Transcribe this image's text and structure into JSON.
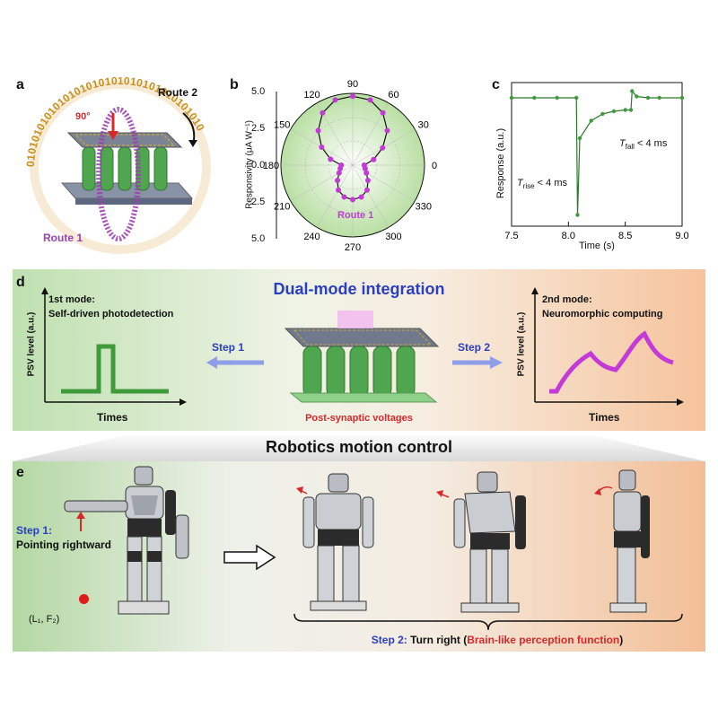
{
  "figure": {
    "panel_a": {
      "letter": "a",
      "binary_ring": "0101010101010101010101010101010101010",
      "route2_label": "Route 2",
      "route1_label": "Route 1",
      "angle_label": "90°"
    },
    "panel_b": {
      "letter": "b",
      "ylabel": "Responsivity (μA W⁻¹)",
      "radial_ticks": [
        "5.0",
        "2.5",
        "0.0",
        "2.5",
        "5.0"
      ],
      "angle_ticks": [
        "90",
        "60",
        "30",
        "0",
        "330",
        "300",
        "270",
        "240",
        "210",
        "180",
        "150",
        "120"
      ],
      "route_label": "Route 1"
    },
    "panel_c": {
      "letter": "c",
      "ylabel": "Response (a.u.)",
      "xlabel": "Time (s)",
      "xticks": [
        "7.5",
        "8.0",
        "8.5",
        "9.0"
      ],
      "rise_label": "T",
      "rise_sub": "rise",
      "rise_value": " < 4 ms",
      "fall_label": "T",
      "fall_sub": "fall",
      "fall_value": " < 4 ms"
    },
    "panel_d": {
      "letter": "d",
      "title": "Dual-mode integration",
      "mode1_title": "1st mode:",
      "mode1_desc": "Self-driven photodetection",
      "mode2_title": "2nd mode:",
      "mode2_desc": "Neuromorphic computing",
      "step1": "Step 1",
      "step2": "Step 2",
      "ylabel": "PSV level (a.u.)",
      "xlabel": "Times",
      "center_caption": "Post-synaptic voltages"
    },
    "panel_e": {
      "letter": "e",
      "title": "Robotics motion control",
      "step1_label": "Step 1:",
      "step1_desc": "Pointing rightward",
      "coord_label": "(L₁, F₂)",
      "step2_label": "Step 2:",
      "step2_mid": "Turn right (",
      "step2_red": "Brain-like perception function",
      "step2_end": ")"
    },
    "colors": {
      "green": "#3f9a3c",
      "magenta": "#c43ad8",
      "blue_title": "#2a3ec0",
      "red": "#d8282a",
      "route1": "#9b3fb4",
      "binary": "#c7901f"
    }
  },
  "chart_data": [
    {
      "type": "scatter",
      "panel": "b",
      "subtype": "polar",
      "series": [
        {
          "name": "Route 1",
          "theta_deg": [
            0,
            15,
            30,
            45,
            60,
            75,
            90,
            105,
            120,
            135,
            150,
            165,
            180,
            195,
            210,
            225,
            240,
            255,
            270,
            285,
            300,
            315,
            330,
            345
          ],
          "r": [
            0.8,
            1.5,
            2.4,
            3.4,
            4.2,
            4.7,
            4.8,
            4.7,
            4.2,
            3.4,
            2.5,
            1.6,
            0.8,
            0.9,
            1.1,
            1.5,
            2.0,
            2.3,
            2.4,
            2.3,
            2.0,
            1.5,
            1.1,
            0.9
          ]
        }
      ],
      "rlim": [
        0,
        5.0
      ],
      "ylabel": "Responsivity (μA W⁻¹)"
    },
    {
      "type": "line",
      "panel": "c",
      "series": [
        {
          "name": "",
          "x": [
            7.5,
            7.7,
            7.9,
            8.07,
            8.08,
            8.1,
            8.2,
            8.3,
            8.4,
            8.5,
            8.55,
            8.56,
            8.6,
            8.7,
            8.8,
            9.0
          ],
          "y": [
            0.92,
            0.92,
            0.92,
            0.92,
            0.05,
            0.62,
            0.75,
            0.8,
            0.82,
            0.83,
            0.83,
            0.97,
            0.93,
            0.92,
            0.92,
            0.92
          ]
        }
      ],
      "xlim": [
        7.5,
        9.0
      ],
      "xlabel": "Time (s)",
      "ylabel": "Response (a.u.)"
    }
  ]
}
